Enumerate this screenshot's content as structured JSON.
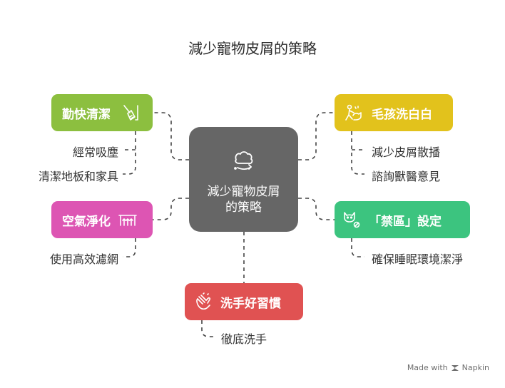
{
  "title": "減少寵物皮屑的策略",
  "center": {
    "label": "減少寵物皮屑的策略",
    "icon": "pet-dander-icon"
  },
  "nodes": {
    "clean": {
      "label": "勤快清潔",
      "icon": "broom-icon",
      "color": "#8cbf3f",
      "subs": [
        "經常吸塵",
        "清潔地板和家具"
      ]
    },
    "groom": {
      "label": "毛孩洗白白",
      "icon": "pet-washing-icon",
      "color": "#e2c21c",
      "subs": [
        "減少皮屑散播",
        "諮詢獸醫意見"
      ]
    },
    "air": {
      "label": "空氣淨化",
      "icon": "air-purifier-icon",
      "color": "#dd55b3",
      "subs": [
        "使用高效濾網"
      ]
    },
    "zone": {
      "label": "「禁區」設定",
      "icon": "no-pets-icon",
      "color": "#3cc47f",
      "subs": [
        "確保睡眠環境潔淨"
      ]
    },
    "hands": {
      "label": "洗手好習慣",
      "icon": "hand-washing-icon",
      "color": "#e05252",
      "subs": [
        "徹底洗手"
      ]
    }
  },
  "footer": {
    "text": "Made with",
    "brand": "Napkin"
  }
}
